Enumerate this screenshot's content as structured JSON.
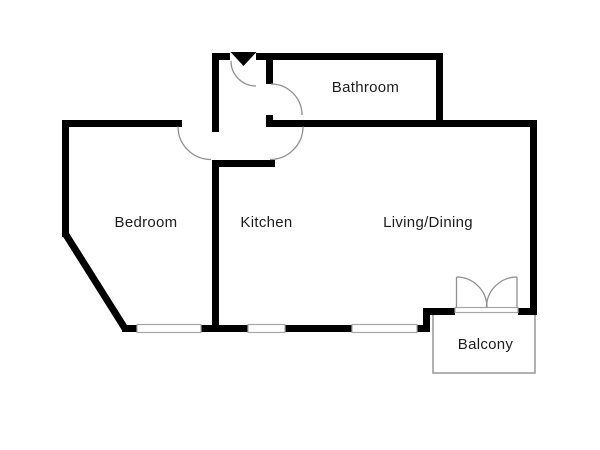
{
  "diagram_type": "apartment-floor-plan",
  "rooms": {
    "bathroom": {
      "label": "Bathroom"
    },
    "bedroom": {
      "label": "Bedroom"
    },
    "kitchen": {
      "label": "Kitchen"
    },
    "living": {
      "label": "Living/Dining"
    },
    "balcony": {
      "label": "Balcony"
    }
  },
  "symbols": {
    "entrance_marker": "triangle-down",
    "door_swings": [
      "entry-door",
      "bedroom-door",
      "living-door",
      "bathroom-door"
    ],
    "balcony_doors": "double-french-doors",
    "window_count": 3
  },
  "colors": {
    "wall": "#000000",
    "thin_line": "#909090",
    "window_border": "#a6a6a6",
    "text": "#1d1d1d",
    "background": "#ffffff"
  }
}
